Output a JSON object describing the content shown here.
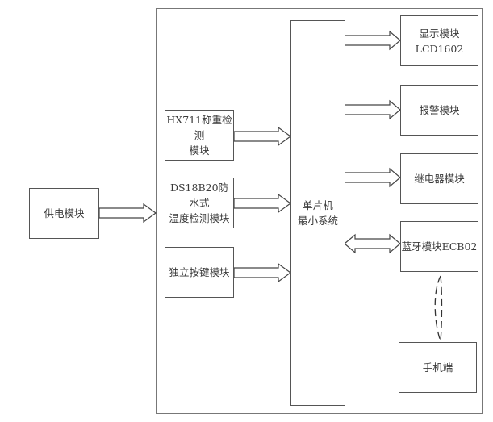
{
  "diagram": {
    "title": "",
    "nodes": {
      "power": {
        "label": "供电模块"
      },
      "mcu": {
        "label": "单片机\n最小系统"
      },
      "hx711": {
        "label": "HX711称重检测\n模块"
      },
      "ds18b20": {
        "label": "DS18B20防水式\n温度检测模块"
      },
      "keys": {
        "label": "独立按键模块"
      },
      "lcd": {
        "label": "显示模块LCD1602"
      },
      "alarm": {
        "label": "报警模块"
      },
      "relay": {
        "label": "继电器模块"
      },
      "bluetooth": {
        "label": "蓝牙模块ECB02"
      },
      "phone": {
        "label": "手机端"
      }
    },
    "edges": [
      {
        "from": "power",
        "to": "system-frame",
        "style": "hollow-arrow"
      },
      {
        "from": "hx711",
        "to": "mcu",
        "style": "hollow-arrow"
      },
      {
        "from": "ds18b20",
        "to": "mcu",
        "style": "hollow-arrow"
      },
      {
        "from": "keys",
        "to": "mcu",
        "style": "hollow-arrow"
      },
      {
        "from": "mcu",
        "to": "lcd",
        "style": "hollow-arrow"
      },
      {
        "from": "mcu",
        "to": "alarm",
        "style": "hollow-arrow"
      },
      {
        "from": "mcu",
        "to": "relay",
        "style": "hollow-arrow"
      },
      {
        "from": "mcu",
        "to": "bluetooth",
        "style": "hollow-double-arrow"
      },
      {
        "from": "bluetooth",
        "to": "phone",
        "style": "dashed-wireless-link"
      }
    ],
    "colors": {
      "stroke": "#555555",
      "frame": "#777777",
      "text": "#3a3a3a",
      "background": "#ffffff"
    }
  }
}
